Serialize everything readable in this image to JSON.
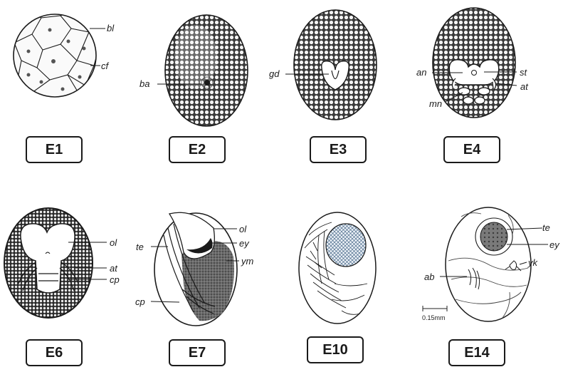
{
  "stages": [
    {
      "id": "E1",
      "label": "E1",
      "annotations": [
        "bl",
        "cf"
      ]
    },
    {
      "id": "E2",
      "label": "E2",
      "annotations": [
        "ba"
      ]
    },
    {
      "id": "E3",
      "label": "E3",
      "annotations": [
        "gd"
      ]
    },
    {
      "id": "E4",
      "label": "E4",
      "annotations": [
        "an",
        "st",
        "at",
        "mn"
      ]
    },
    {
      "id": "E6",
      "label": "E6",
      "annotations": [
        "ol",
        "at",
        "cp"
      ]
    },
    {
      "id": "E7",
      "label": "E7",
      "annotations": [
        "ol",
        "te",
        "ey",
        "ym",
        "cp"
      ]
    },
    {
      "id": "E10",
      "label": "E10",
      "annotations": []
    },
    {
      "id": "E14",
      "label": "E14",
      "annotations": [
        "te",
        "ey",
        "yk",
        "ab"
      ]
    }
  ],
  "scale_bar": {
    "text": "0.15mm"
  },
  "colors": {
    "ink": "#1a1a1a",
    "stipple": "#555555",
    "background": "#ffffff"
  }
}
